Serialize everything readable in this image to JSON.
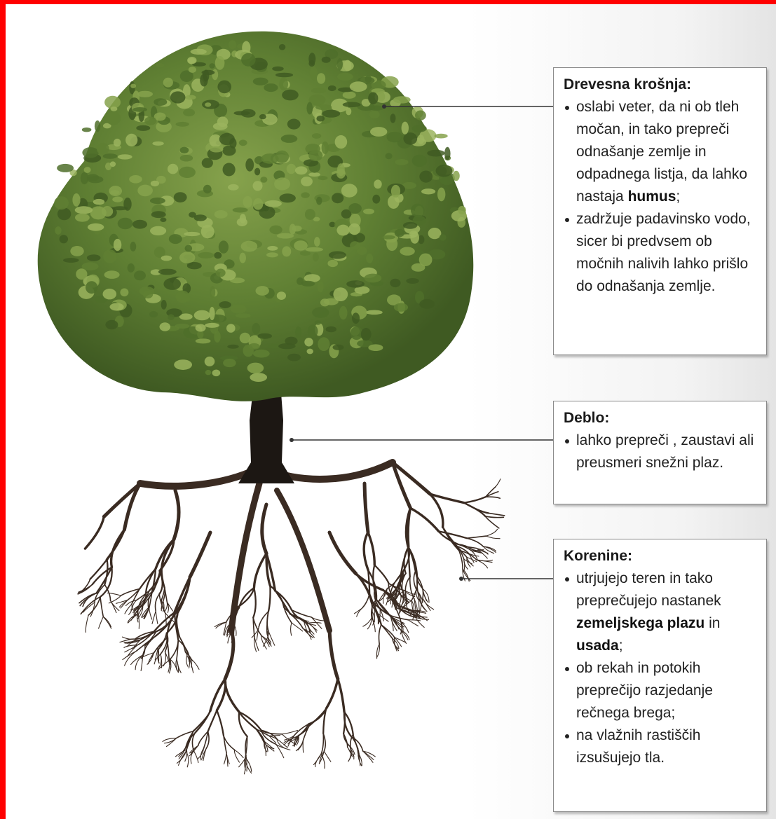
{
  "labels": {
    "crown": {
      "title": "Drevesna krošnja:",
      "items": [
        {
          "parts": [
            "oslabi veter, da ni ob tleh močan, in tako prepreči odnašanje zemlje in odpadnega listja, da lahko nastaja ",
            "humus",
            ";"
          ]
        },
        {
          "parts": [
            "zadržuje padavinsko vodo, sicer bi predvsem ob močnih nalivih lahko prišlo do odnašanja zemlje."
          ]
        }
      ]
    },
    "trunk": {
      "title": "Deblo:",
      "items": [
        {
          "parts": [
            "lahko prepreči , zaustavi ali preusmeri snežni plaz."
          ]
        }
      ]
    },
    "roots": {
      "title": "Korenine:",
      "items": [
        {
          "parts": [
            "utrjujejo teren in tako preprečujejo nastanek ",
            "zemeljskega plazu",
            " in ",
            "usada",
            ";"
          ]
        },
        {
          "parts": [
            "ob rekah in potokih preprečijo razjedanje rečnega brega;"
          ]
        },
        {
          "parts": [
            "na vlažnih rastiščih izsušujejo tla."
          ]
        }
      ]
    }
  },
  "colors": {
    "frame": "#ff0000",
    "foliage_dark": "#3f5a22",
    "foliage_mid": "#5f7f33",
    "foliage_light": "#86a24c",
    "trunk": "#1c1713",
    "roots": "#3a2b22",
    "leader_line": "#333333"
  }
}
